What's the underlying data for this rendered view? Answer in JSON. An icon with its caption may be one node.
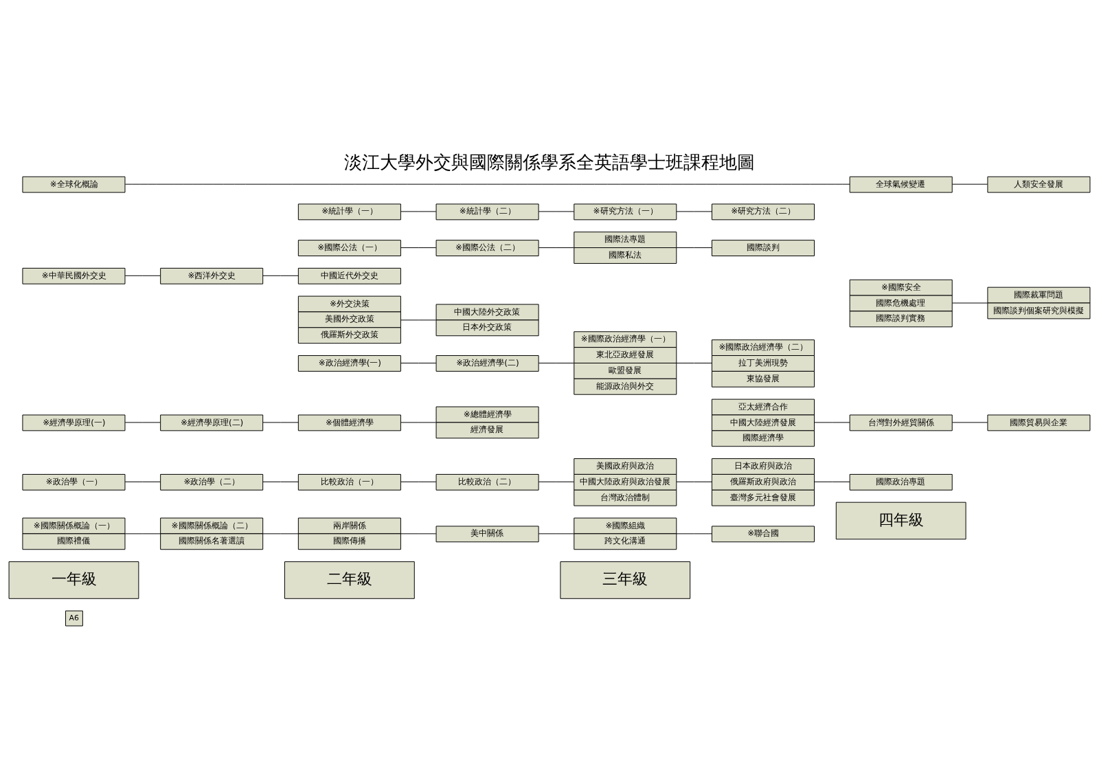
{
  "diagram": {
    "title": "淡江大學外交與國際關係學系全英語學士班課程地圖",
    "nodes": [
      {
        "text": [
          "A6"
        ]
      },
      {
        "text": [
          "一年級"
        ]
      },
      {
        "text": [
          "二年級"
        ]
      },
      {
        "text": [
          "三年級"
        ]
      },
      {
        "text": [
          "四年級"
        ]
      },
      {
        "text": [
          "※國際關係概論（一）",
          "國際禮儀"
        ]
      },
      {
        "text": [
          "※國際關係概論（二）",
          "國際關係名著選讀"
        ]
      },
      {
        "text": [
          "兩岸關係",
          "國際傳播"
        ]
      },
      {
        "text": [
          "美中關係"
        ]
      },
      {
        "text": [
          "※國際組織",
          "跨文化溝通"
        ]
      },
      {
        "text": [
          "※聯合國"
        ]
      },
      {
        "text": [
          "※政治學（一）"
        ]
      },
      {
        "text": [
          "※政治學（二）"
        ]
      },
      {
        "text": [
          "比較政治（一）"
        ]
      },
      {
        "text": [
          "比較政治（二）"
        ]
      },
      {
        "text": [
          "美國政府與政治",
          "中國大陸政府與政治發展",
          "台灣政治體制"
        ]
      },
      {
        "text": [
          "日本政府與政治",
          "俄羅斯政府與政治",
          "臺灣多元社會發展"
        ]
      },
      {
        "text": [
          "國際政治專題"
        ]
      },
      {
        "text": [
          "※經濟學原理(一)"
        ]
      },
      {
        "text": [
          "※經濟學原理(二)"
        ]
      },
      {
        "text": [
          "※個體經濟學"
        ]
      },
      {
        "text": [
          "※總體經濟學",
          "經濟發展"
        ]
      },
      {
        "text": [
          "亞太經濟合作",
          "中國大陸經濟發展",
          "國際經濟學"
        ]
      },
      {
        "text": [
          "台灣對外經貿關係"
        ]
      },
      {
        "text": [
          "國際貿易與企業"
        ]
      },
      {
        "text": [
          "※政治經濟學(一)"
        ]
      },
      {
        "text": [
          "※政治經濟學(二)"
        ]
      },
      {
        "text": [
          "※國際政治經濟學（一）",
          "東北亞政經發展",
          "歐盟發展",
          "能源政治與外交"
        ]
      },
      {
        "text": [
          "※國際政治經濟學（二）",
          "拉丁美洲現勢",
          "東協發展"
        ]
      },
      {
        "text": [
          "※外交決策",
          "美國外交政策",
          "俄羅斯外交政策"
        ]
      },
      {
        "text": [
          "中國大陸外交政策",
          "日本外交政策"
        ]
      },
      {
        "text": [
          "※中華民國外交史"
        ]
      },
      {
        "text": [
          "※西洋外交史"
        ]
      },
      {
        "text": [
          "中國近代外交史"
        ]
      },
      {
        "text": [
          "※國際公法（一）"
        ]
      },
      {
        "text": [
          "※國際公法（二）"
        ]
      },
      {
        "text": [
          "國際法專題",
          "國際私法"
        ]
      },
      {
        "text": [
          "國際談判"
        ]
      },
      {
        "text": [
          "※統計學（一）"
        ]
      },
      {
        "text": [
          "※統計學（二）"
        ]
      },
      {
        "text": [
          "※研究方法（一）"
        ]
      },
      {
        "text": [
          "※研究方法（二）"
        ]
      },
      {
        "text": [
          "※國際安全",
          "國際危機處理",
          "國際談判實務"
        ]
      },
      {
        "text": [
          "國際裁軍問題",
          "國際談判個案研究與模擬"
        ]
      },
      {
        "text": [
          "※全球化概論"
        ]
      },
      {
        "text": [
          "全球氣候變遷"
        ]
      },
      {
        "text": [
          "人類安全發展"
        ]
      }
    ],
    "edges": [
      {
        "from": 5,
        "to": 6,
        "arrow": "none"
      },
      {
        "from": 6,
        "to": 7,
        "arrow": "none"
      },
      {
        "from": 7,
        "to": 8,
        "arrow": "none"
      },
      {
        "from": 8,
        "to": 9,
        "arrow": "none"
      },
      {
        "from": 9,
        "to": 10,
        "arrow": "none"
      },
      {
        "from": 11,
        "to": 12,
        "arrow": "none"
      },
      {
        "from": 12,
        "to": 13,
        "arrow": "none"
      },
      {
        "from": 13,
        "to": 14,
        "arrow": "none"
      },
      {
        "from": 14,
        "to": 15,
        "arrow": "none"
      },
      {
        "from": 15,
        "to": 16,
        "arrow": "none"
      },
      {
        "from": 16,
        "to": 17,
        "arrow": "none"
      },
      {
        "from": 18,
        "to": 19,
        "arrow": "none"
      },
      {
        "from": 19,
        "to": 20,
        "arrow": "none"
      },
      {
        "from": 20,
        "to": 21,
        "arrow": "none"
      },
      {
        "from": 22,
        "to": 23,
        "arrow": "none"
      },
      {
        "from": 23,
        "to": 24,
        "arrow": "none"
      },
      {
        "from": 25,
        "to": 26,
        "arrow": "none"
      },
      {
        "from": 26,
        "to": 27,
        "arrow": "none"
      },
      {
        "from": 27,
        "to": 28,
        "arrow": "none"
      },
      {
        "from": 29,
        "to": 30,
        "arrow": "none"
      },
      {
        "from": 31,
        "to": 32,
        "arrow": "none"
      },
      {
        "from": 32,
        "to": 33,
        "arrow": "none"
      },
      {
        "from": 34,
        "to": 35,
        "arrow": "none"
      },
      {
        "from": 35,
        "to": 36,
        "arrow": "none"
      },
      {
        "from": 36,
        "to": 37,
        "arrow": "none"
      },
      {
        "from": 38,
        "to": 39,
        "arrow": "none"
      },
      {
        "from": 39,
        "to": 40,
        "arrow": "none"
      },
      {
        "from": 40,
        "to": 41,
        "arrow": "none"
      },
      {
        "from": 42,
        "to": 43,
        "arrow": "none"
      },
      {
        "from": 44,
        "to": 45,
        "arrow": "none"
      },
      {
        "from": 45,
        "to": 46,
        "arrow": "none"
      }
    ]
  }
}
